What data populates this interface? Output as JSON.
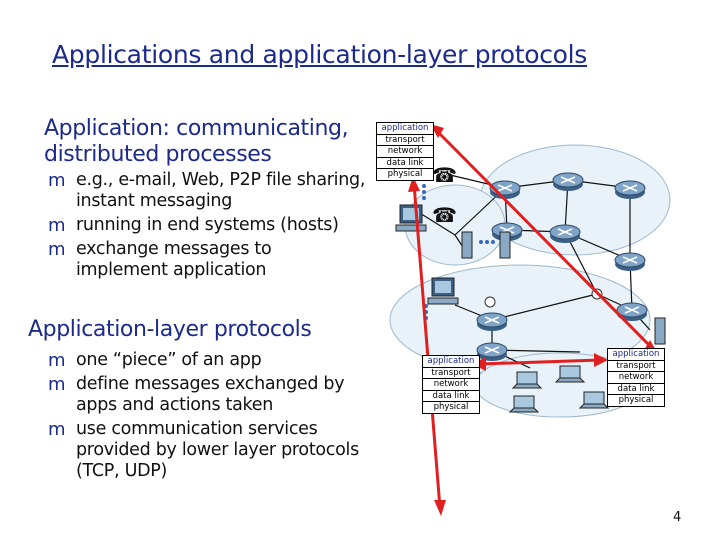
{
  "slide": {
    "title": "Applications and application-layer protocols",
    "section1": {
      "heading": "Application: communicating, distributed processes",
      "bullets": [
        "e.g., e-mail, Web, P2P file sharing, instant messaging",
        "running in end systems (hosts)",
        "exchange messages to implement application"
      ]
    },
    "section2": {
      "heading": "Application-layer protocols",
      "bullets": [
        "one “piece” of an app",
        "define messages exchanged by apps and actions taken",
        "use communication services provided by lower layer protocols (TCP, UDP)"
      ]
    },
    "bullet_marker": "m",
    "page_number": "4"
  },
  "diagram": {
    "protocol_stack_layers": [
      "application",
      "transport",
      "network",
      "data link",
      "physical"
    ],
    "colors": {
      "arrow": "#e02020",
      "cloud": "#e8f2f8",
      "router": "#5a7fa8",
      "heading": "#1c2a8c"
    }
  }
}
